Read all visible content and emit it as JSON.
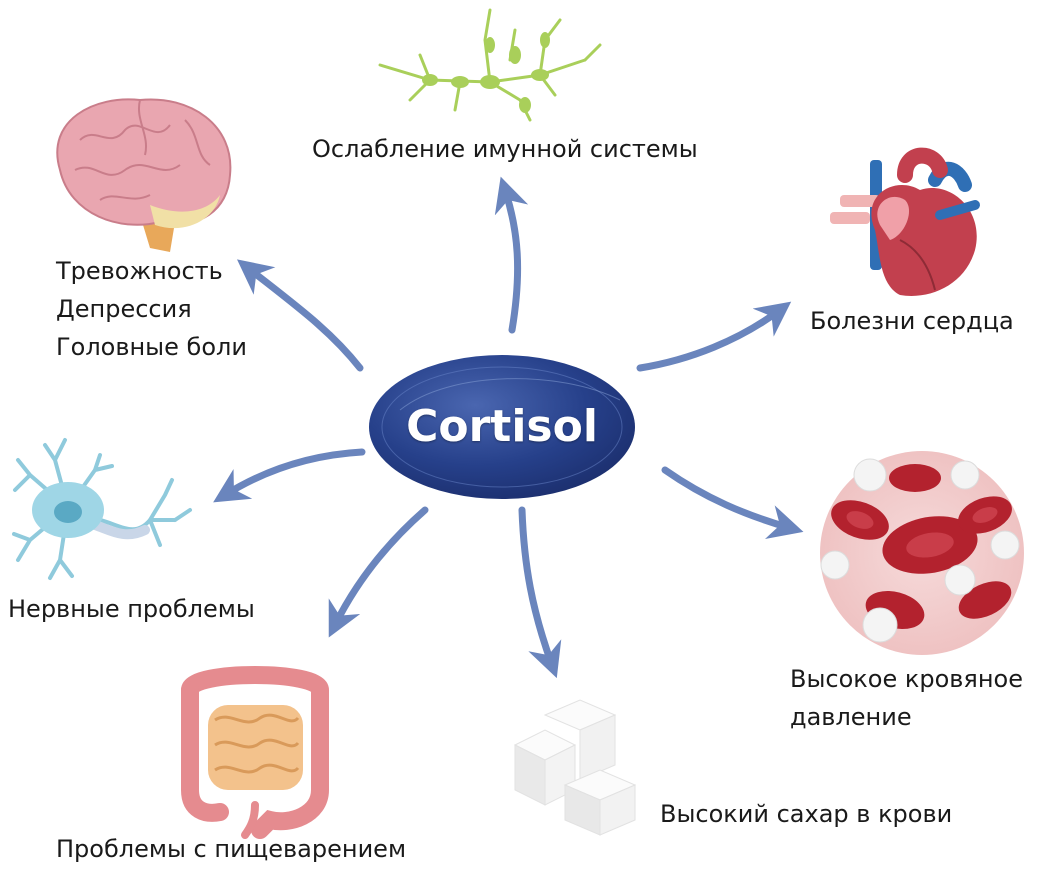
{
  "center": {
    "title": "Cortisol"
  },
  "effects": {
    "immune": {
      "lines": [
        "Ослабление имунной системы"
      ]
    },
    "brain": {
      "lines": [
        "Тревожность",
        "Депрессия",
        "Головные боли"
      ]
    },
    "heart": {
      "lines": [
        "Болезни сердца"
      ]
    },
    "nerve": {
      "lines": [
        "Нервные проблемы"
      ]
    },
    "blood": {
      "lines": [
        "Высокое кровяное",
        "давление"
      ]
    },
    "digestion": {
      "lines": [
        "Проблемы с пищеварением"
      ]
    },
    "sugar": {
      "lines": [
        "Высокий сахар в крови"
      ]
    }
  },
  "colors": {
    "arrow": "#6a85bd",
    "ellipse_dark": "#1c2f6e",
    "ellipse_light": "#4a66b0",
    "brain": "#e9a6b0",
    "heart": "#c2404e",
    "vessel_blue": "#2f6fb5",
    "neuron": "#8fcadc",
    "immune": "#a9cf5a",
    "intestine": "#e58b8f",
    "blood_cell": "#b3222e",
    "sugar": "#f2f2f2"
  },
  "icons": [
    "brain-icon",
    "immune-cells-icon",
    "heart-icon",
    "neuron-icon",
    "intestine-icon",
    "blood-cells-icon",
    "sugar-cubes-icon"
  ]
}
